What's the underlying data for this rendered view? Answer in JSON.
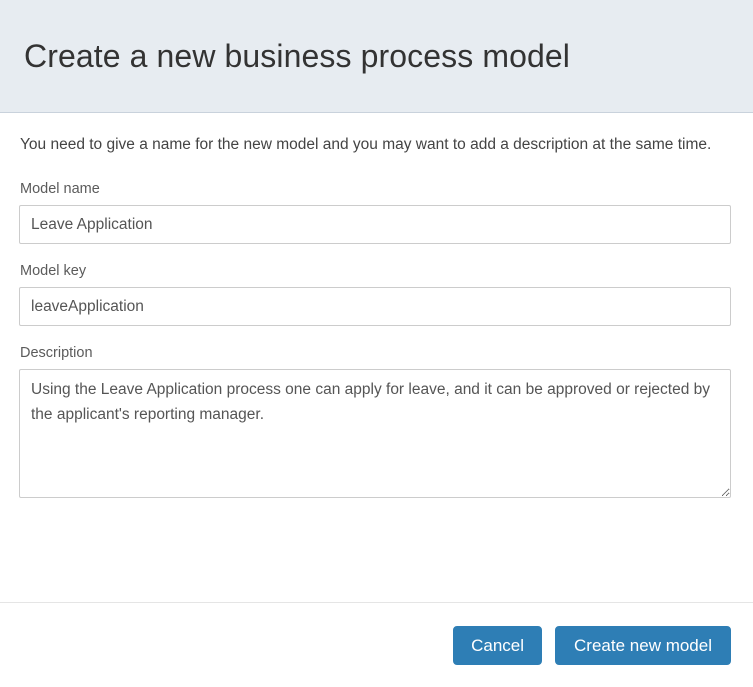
{
  "dialog": {
    "title": "Create a new business process model",
    "intro": "You need to give a name for the new model and you may want to add a description at the same time.",
    "fields": {
      "model_name": {
        "label": "Model name",
        "value": "Leave Application",
        "placeholder": ""
      },
      "model_key": {
        "label": "Model key",
        "value": "leaveApplication",
        "placeholder": ""
      },
      "description": {
        "label": "Description",
        "value": "Using the Leave Application process one can apply for leave, and it can be approved or rejected by the applicant's reporting manager.",
        "placeholder": ""
      }
    },
    "footer": {
      "cancel_label": "Cancel",
      "create_label": "Create new model"
    },
    "colors": {
      "header_background": "#e7ecf1",
      "header_border": "#c9d2dc",
      "title_text": "#333333",
      "body_text": "#444444",
      "label_text": "#5b5b5b",
      "input_border": "#cccccc",
      "input_text": "#555555",
      "footer_divider": "#e5e5e5",
      "button_primary": "#2e7eb5",
      "button_text": "#ffffff"
    }
  }
}
